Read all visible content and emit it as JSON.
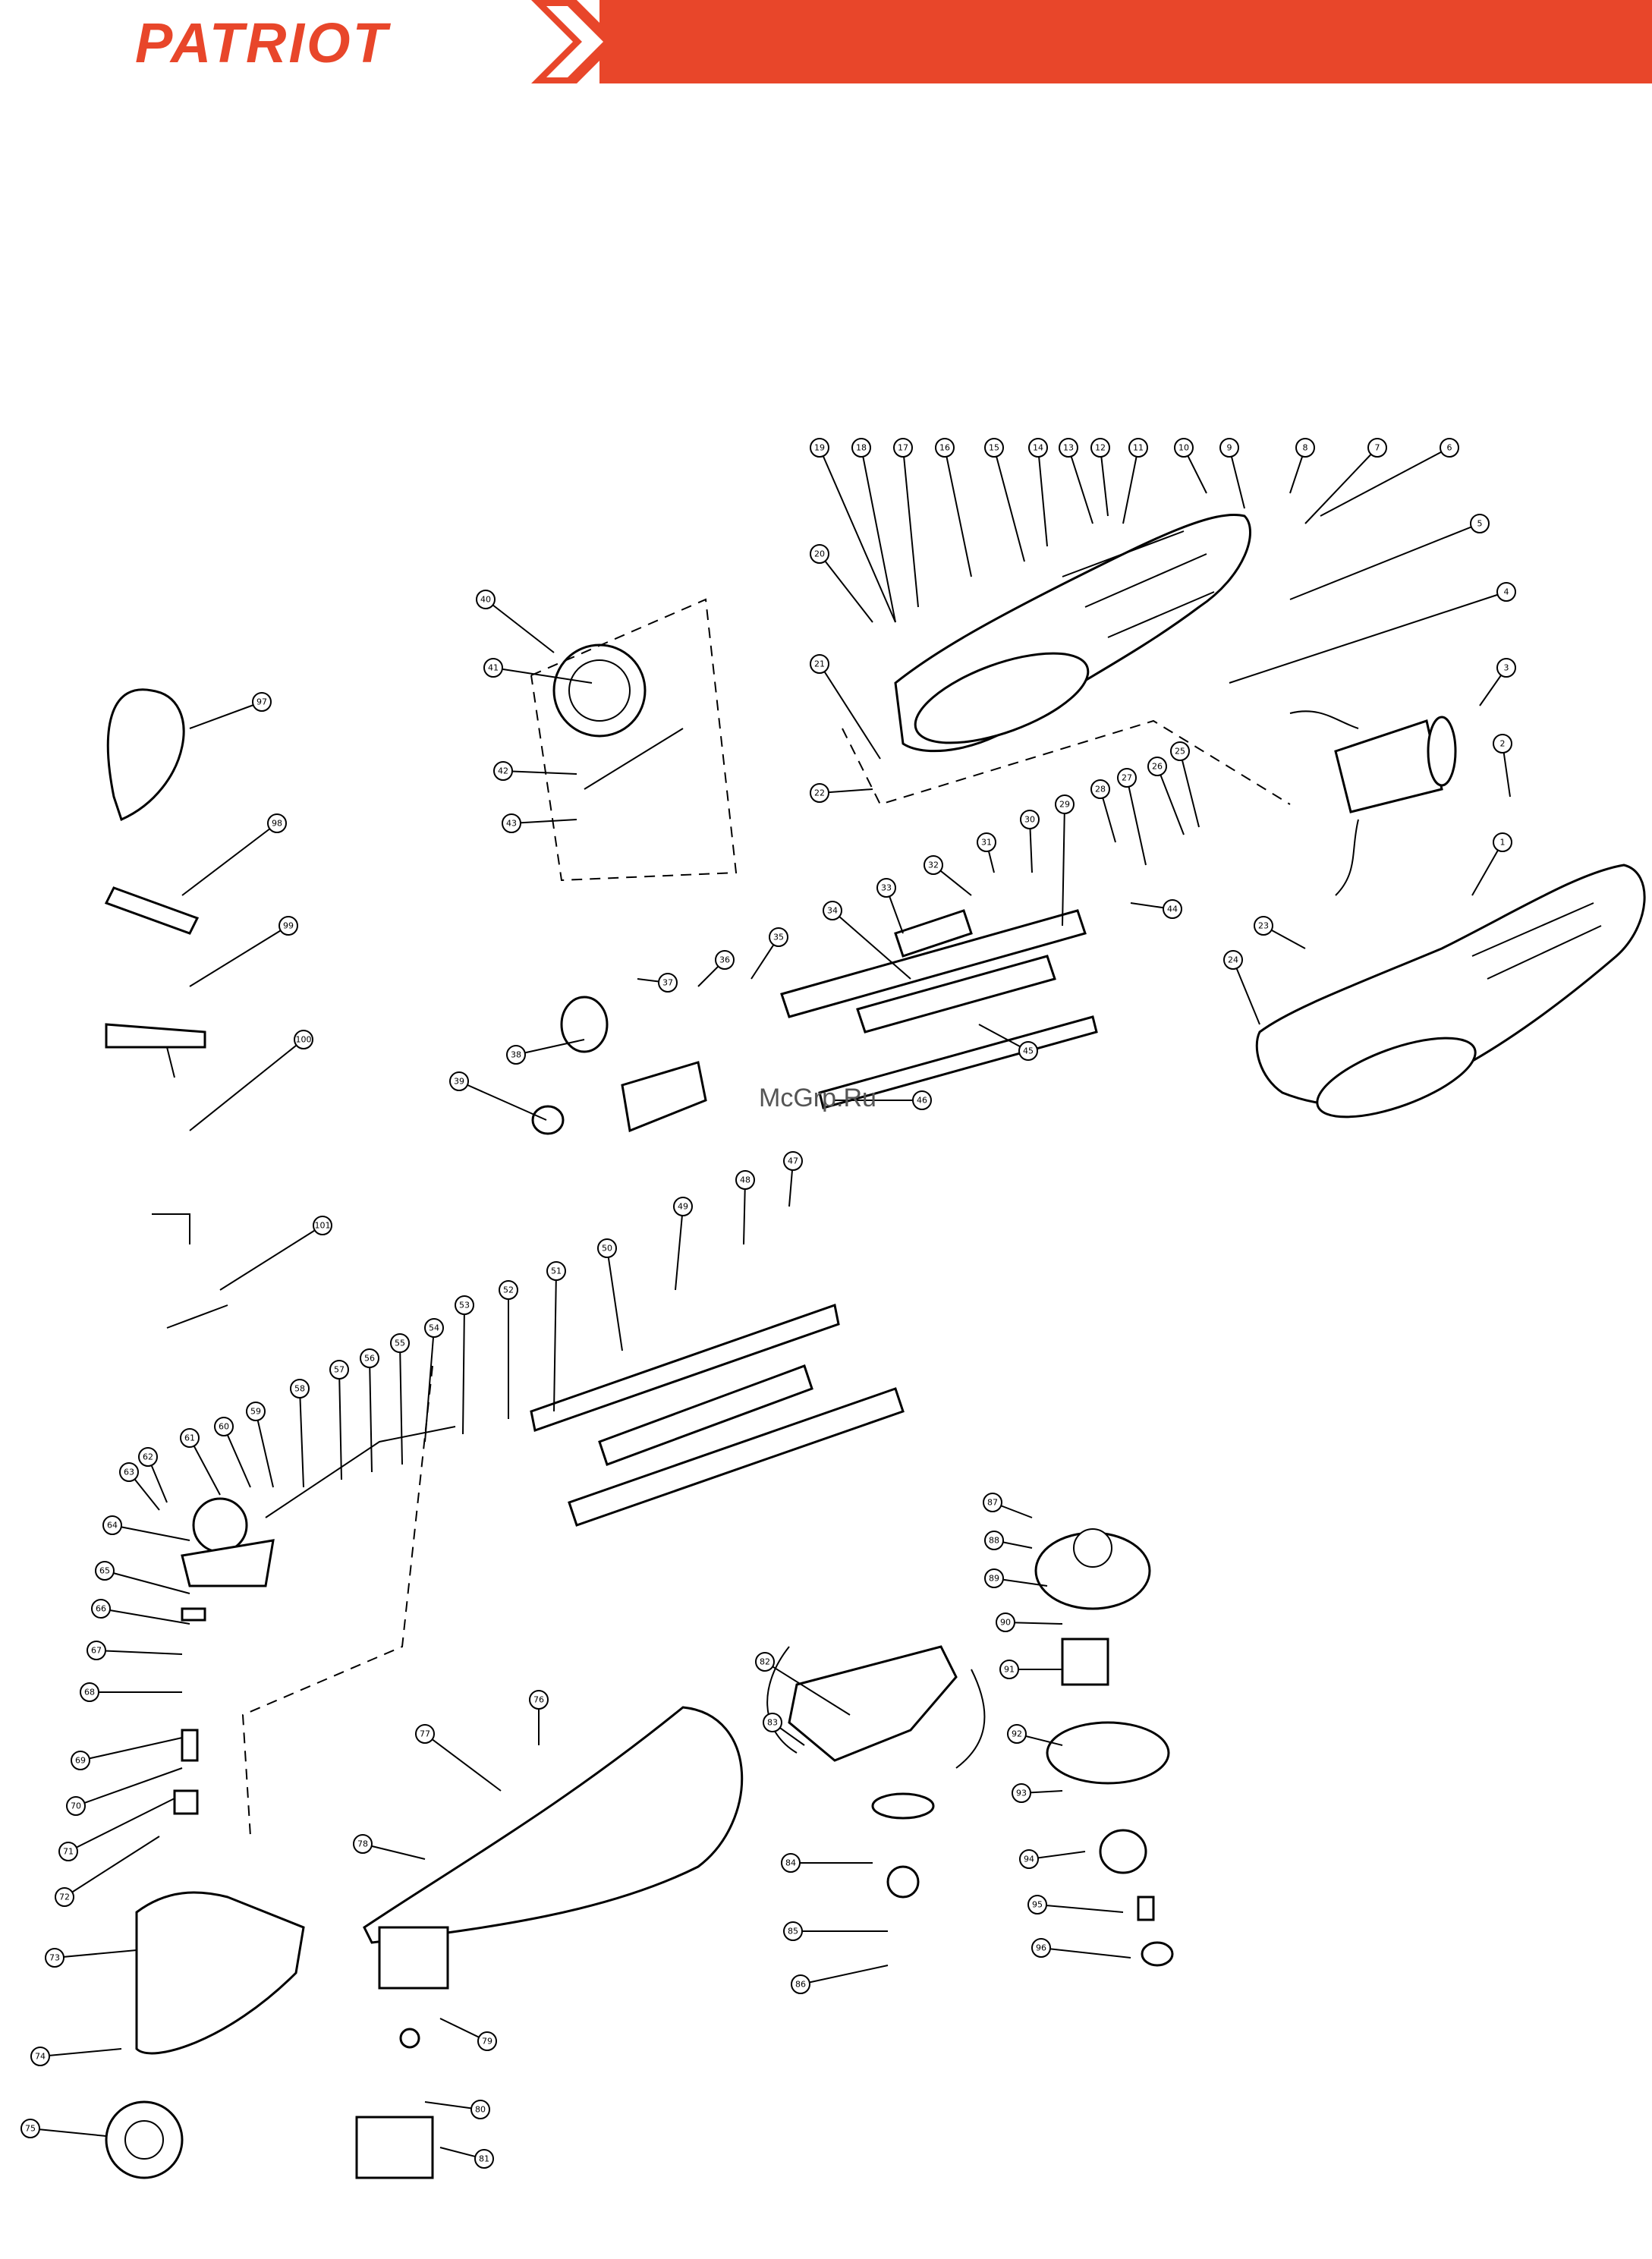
{
  "brand": {
    "logo_text": "PATRIOT",
    "accent_color": "#e8462a"
  },
  "watermark": "McGrp.Ru",
  "part_numbers": [
    "1",
    "2",
    "3",
    "4",
    "5",
    "6",
    "7",
    "8",
    "9",
    "10",
    "11",
    "12",
    "13",
    "14",
    "15",
    "16",
    "17",
    "18",
    "19",
    "20",
    "21",
    "22",
    "23",
    "24",
    "25",
    "26",
    "27",
    "28",
    "29",
    "30",
    "31",
    "32",
    "33",
    "34",
    "35",
    "36",
    "37",
    "38",
    "39",
    "40",
    "41",
    "42",
    "43",
    "44",
    "45",
    "46",
    "47",
    "48",
    "49",
    "50",
    "51",
    "52",
    "53",
    "54",
    "55",
    "56",
    "57",
    "58",
    "59",
    "60",
    "61",
    "62",
    "63",
    "64",
    "65",
    "66",
    "67",
    "68",
    "69",
    "70",
    "71",
    "72",
    "73",
    "74",
    "75",
    "76",
    "77",
    "78",
    "79",
    "80",
    "81",
    "82",
    "83",
    "84",
    "85",
    "86",
    "87",
    "88",
    "89",
    "90",
    "91",
    "92",
    "93",
    "94",
    "95",
    "96",
    "97",
    "98",
    "99",
    "100",
    "101"
  ]
}
